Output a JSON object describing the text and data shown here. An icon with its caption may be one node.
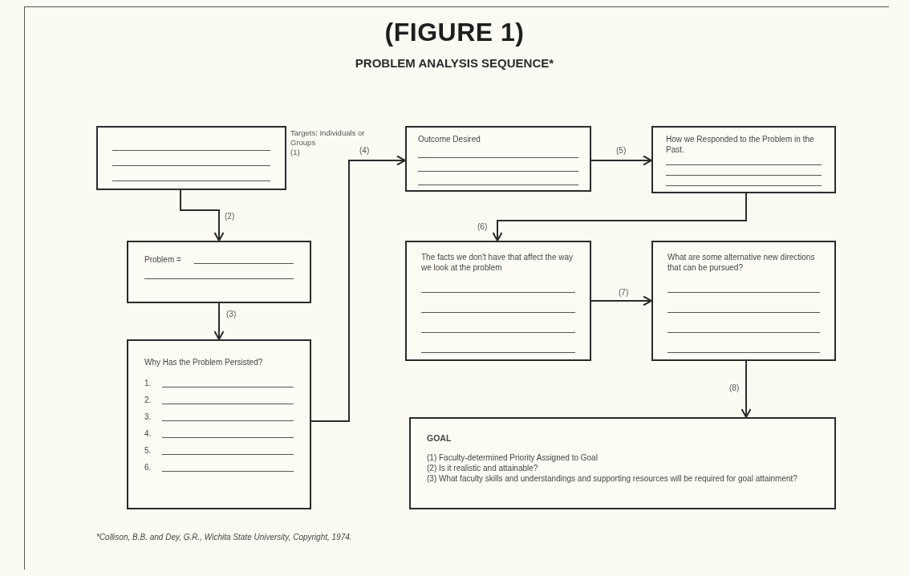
{
  "diagram": {
    "title": "(FIGURE 1)",
    "caption": "*Collison, B.B. and Dey, G.R., Wichita State University, Copyright, 1974.",
    "nodes": [
      {
        "text": [
          "Targets: Individuals or Groups"
        ],
        "beside": [
          "(1)"
        ]
      },
      {
        "text": [
          "Problem ="
        ]
      },
      {
        "text": [
          "Why Has the Problem Persisted?",
          "1.",
          "2.",
          "3.",
          "4.",
          "5.",
          "6."
        ]
      },
      {
        "text": [
          "Outcome Desired"
        ]
      },
      {
        "text": [
          "How we Responded to the Problem in the Past."
        ]
      },
      {
        "text": [
          "The facts we don't have that affect the way we look at the problem"
        ]
      },
      {
        "text": [
          "What are some alternative new directions that can be pursued?"
        ]
      },
      {
        "text": [
          "GOAL",
          "(1) Faculty-determined Priority Assigned to Goal",
          "(2) Is it realistic and attainable?",
          "(3) What faculty skills and understandings and supporting resources will be required for goal attainment?"
        ]
      }
    ],
    "edges": [
      {
        "from": 0,
        "to": 1,
        "arrow": "to",
        "label": "(2)"
      },
      {
        "from": 1,
        "to": 2,
        "arrow": "to",
        "label": "(3)"
      },
      {
        "from": 2,
        "to": 3,
        "arrow": "to",
        "label": "(4)"
      },
      {
        "from": 3,
        "to": 4,
        "arrow": "to",
        "label": "(5)"
      },
      {
        "from": 4,
        "to": 5,
        "arrow": "to",
        "label": "(6)"
      },
      {
        "from": 5,
        "to": 6,
        "arrow": "to",
        "label": "(7)"
      },
      {
        "from": 6,
        "to": 7,
        "arrow": "to",
        "label": "(8)"
      }
    ],
    "labels": [
      "PROBLEM ANALYSIS SEQUENCE*"
    ]
  }
}
